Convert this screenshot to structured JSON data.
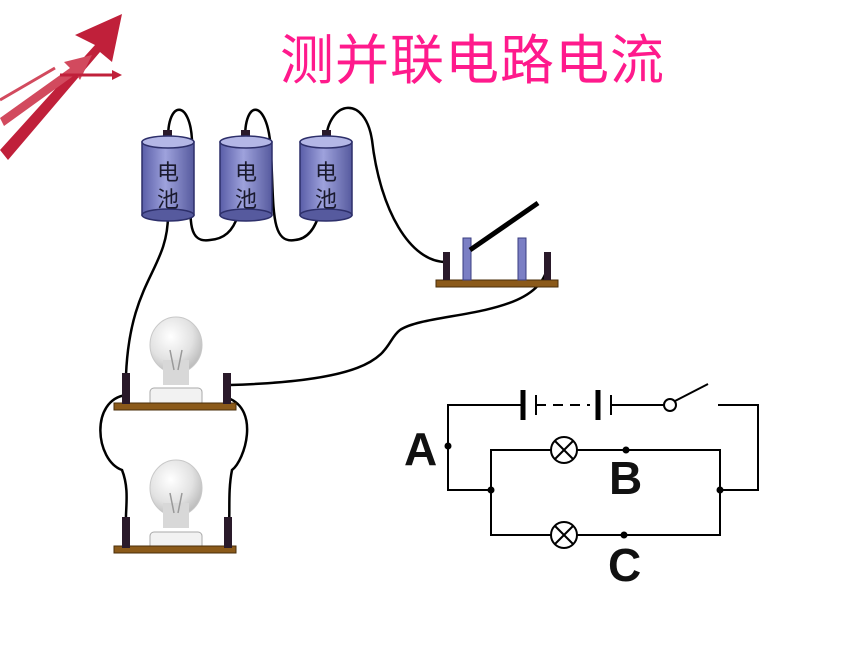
{
  "title": "测并联电路电流",
  "batteries": [
    {
      "line1": "电",
      "line2": "池"
    },
    {
      "line1": "电",
      "line2": "池"
    },
    {
      "line1": "电",
      "line2": "池"
    }
  ],
  "circuit_labels": {
    "a": "A",
    "b": "B",
    "c": "C"
  },
  "colors": {
    "title": "#ff1a8c",
    "logo": "#c0203a",
    "battery": "#7b7fc4",
    "base": "#8b5a1a"
  }
}
